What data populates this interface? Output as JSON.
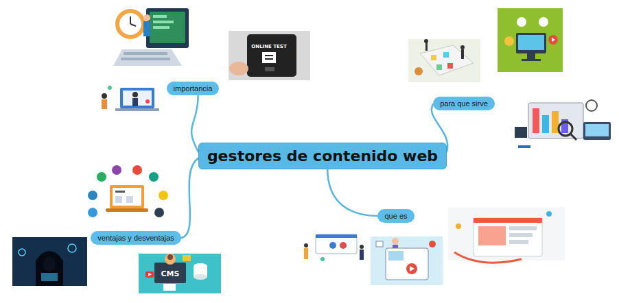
{
  "diagram": {
    "nodes": [
      {
        "text": [
          "gestores de contenido web"
        ]
      },
      {
        "text": [
          "importancia"
        ]
      },
      {
        "text": [
          "para que sirve"
        ]
      },
      {
        "text": [
          "que es"
        ]
      },
      {
        "text": [
          "ventajas y desventajas"
        ]
      }
    ],
    "edges": [
      {
        "from": 0,
        "to": 1,
        "arrow": "none"
      },
      {
        "from": 0,
        "to": 2,
        "arrow": "none"
      },
      {
        "from": 0,
        "to": 3,
        "arrow": "none"
      },
      {
        "from": 0,
        "to": 4,
        "arrow": "none"
      }
    ],
    "labels": [
      "ONLINE TEST",
      "CMS"
    ]
  }
}
